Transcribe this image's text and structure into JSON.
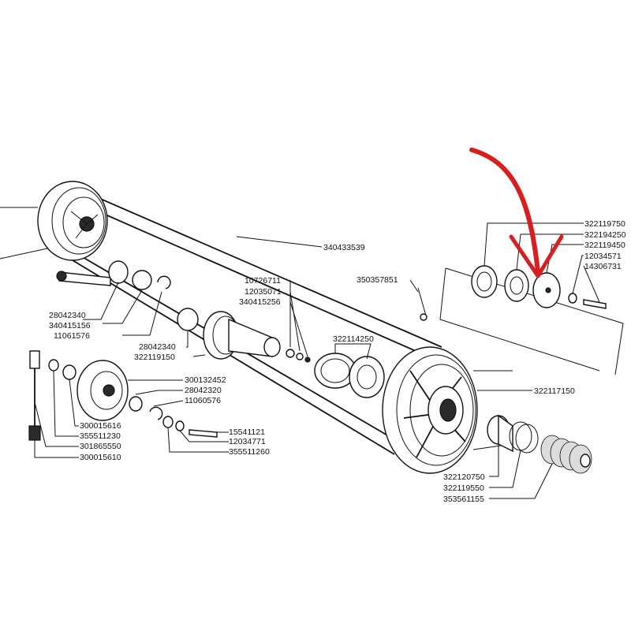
{
  "labels": {
    "l322119750": "322119750",
    "l322194250": "322194250",
    "l322119450": "322119450",
    "l12034571": "12034571",
    "l14306731": "14306731",
    "l340433539": "340433539",
    "l350357851": "350357851",
    "l10726711": "10726711",
    "l12035071": "12035071",
    "l340415256": "340415256",
    "l322114250": "322114250",
    "l322117150": "322117150",
    "l28042340a": "28042340",
    "l340415156": "340415156",
    "l11061576": "11061576",
    "l28042340b": "28042340",
    "l322119150": "322119150",
    "l300132452": "300132452",
    "l28042320": "28042320",
    "l11060576": "11060576",
    "l15541121": "15541121",
    "l12034771": "12034771",
    "l355511260": "355511260",
    "l300015616": "300015616",
    "l355511230": "355511230",
    "l301865550": "301865550",
    "l300015610": "300015610",
    "l322120750": "322120750",
    "l322119550": "322119550",
    "l353561155": "353561155"
  },
  "colors": {
    "ink": "#111111",
    "annotation_arrow": "#d81e1e",
    "paper": "#ffffff"
  }
}
